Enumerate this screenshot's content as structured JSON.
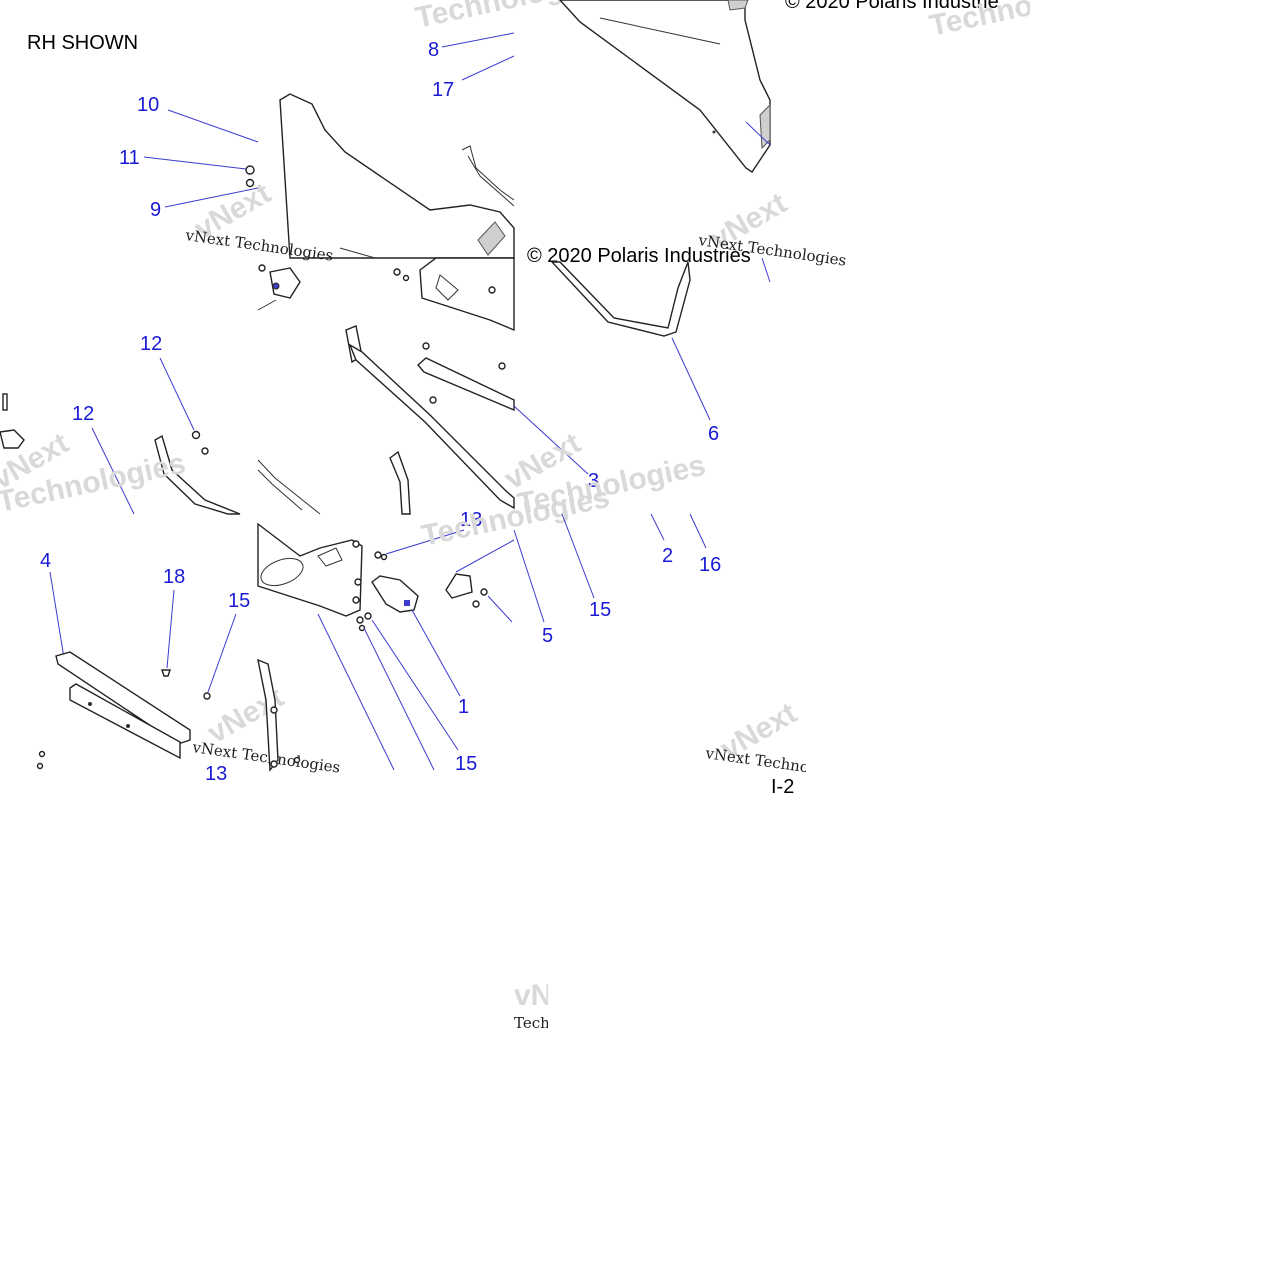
{
  "view_note": "RH SHOWN",
  "copyright": "© 2020 Polaris Industries",
  "copyright_partial_top": "© 2020 Polaris Industrie",
  "page_ref": "I-2",
  "watermark": {
    "brand_a": "vNext",
    "brand_b": "Technologies",
    "brand_line": "vNext Technologies"
  },
  "callouts": {
    "c8": "8",
    "c17": "17",
    "c10": "10",
    "c11": "11",
    "c9": "9",
    "c12a": "12",
    "c12b": "12",
    "c6": "6",
    "c3": "3",
    "c13a": "13",
    "c2": "2",
    "c16": "16",
    "c15a": "15",
    "c5": "5",
    "c4": "4",
    "c18": "18",
    "c15b": "15",
    "c1": "1",
    "c15c": "15",
    "c13b": "13"
  },
  "colors": {
    "callout": "#1a1ad6",
    "leader": "#3b3bd0",
    "part_line": "#222222",
    "watermark": "#d9d9d9"
  }
}
